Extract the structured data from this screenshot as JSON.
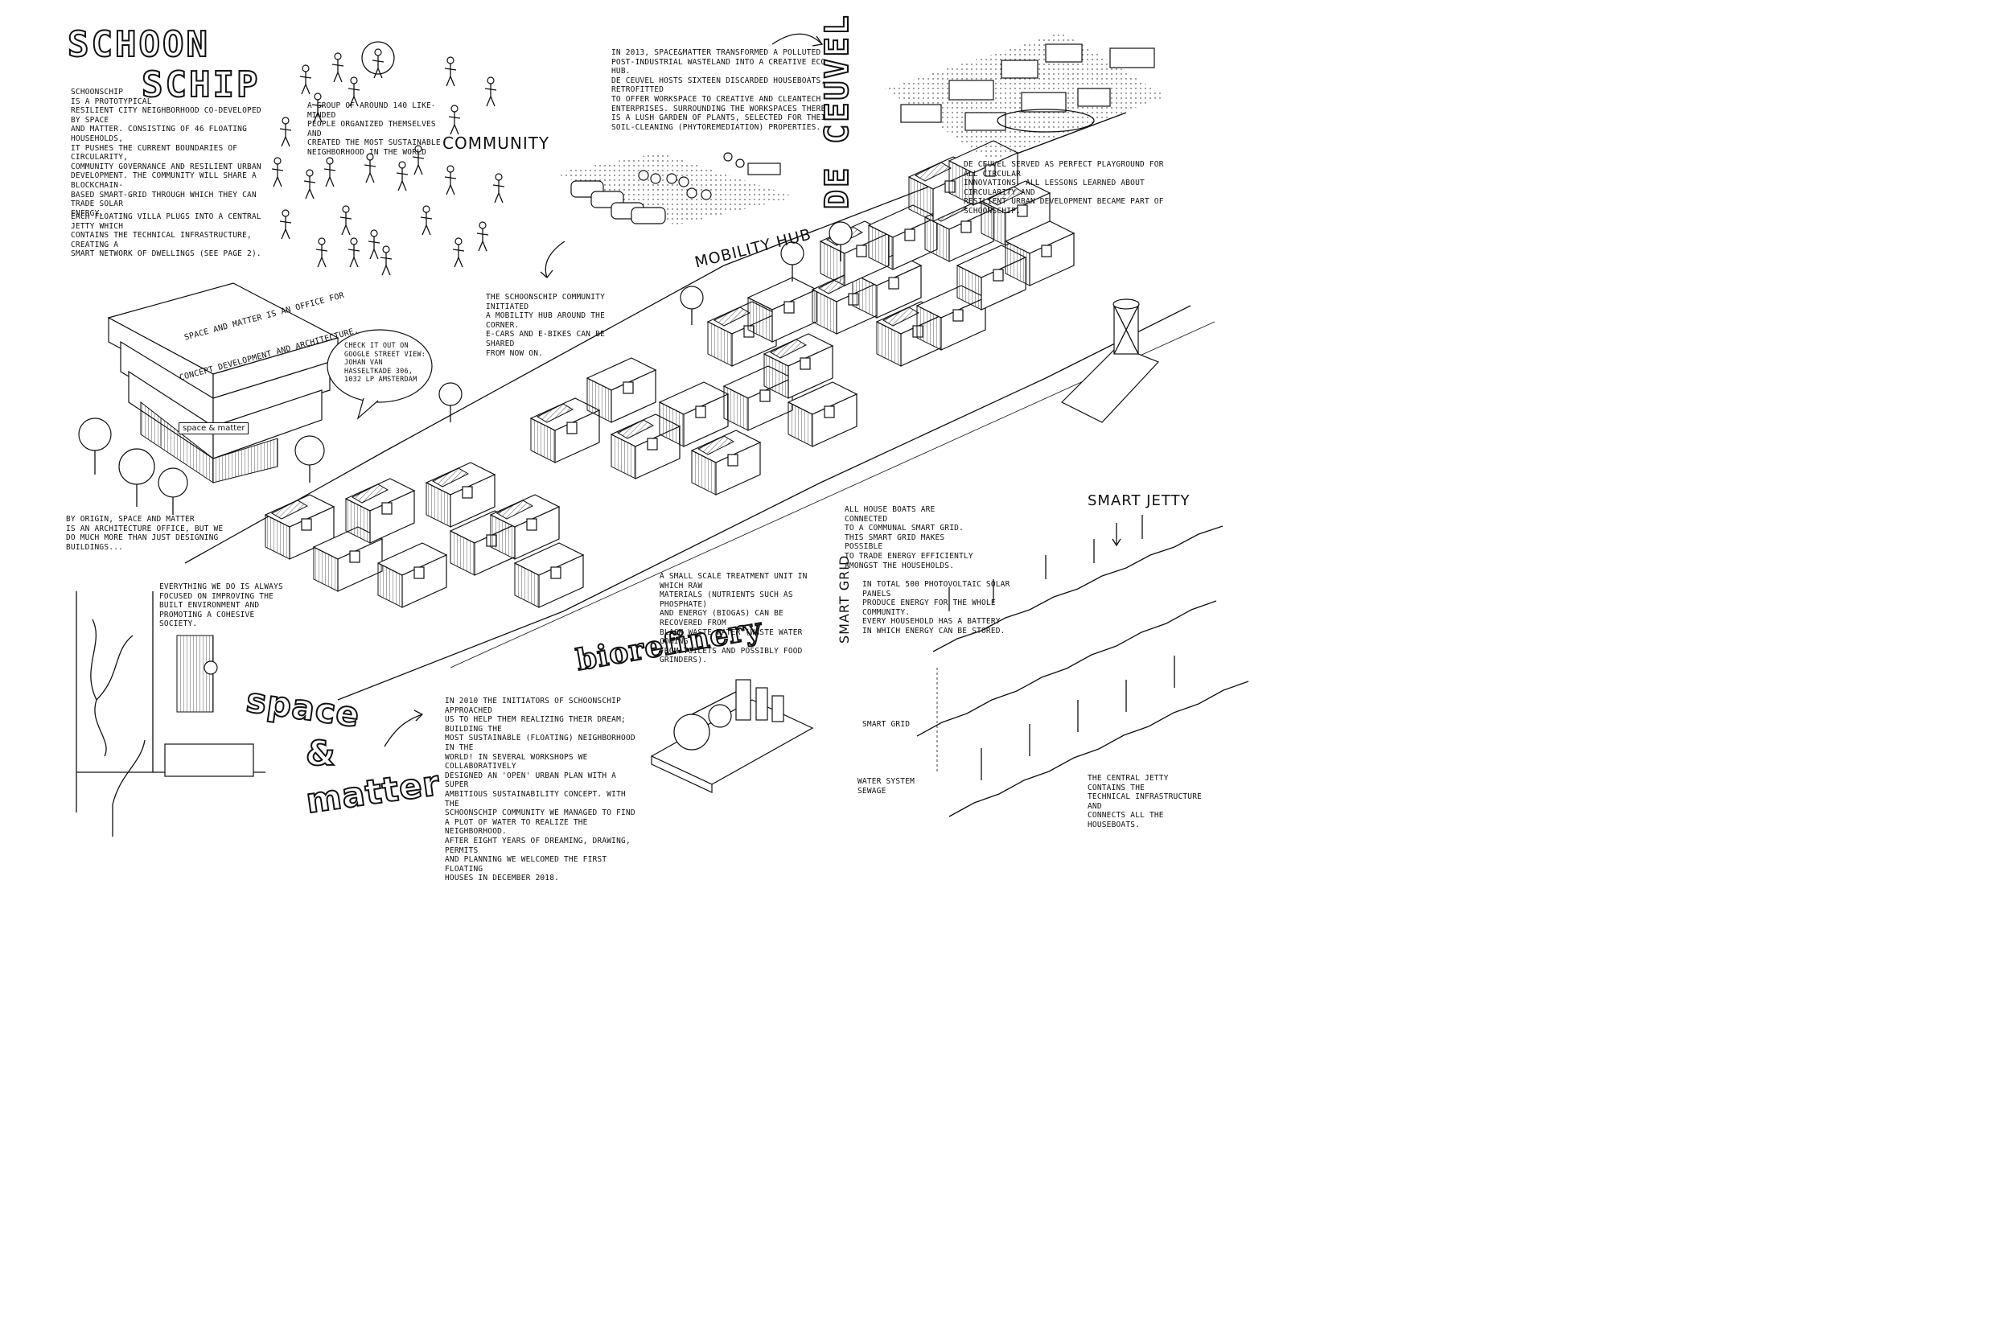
{
  "title": {
    "line1": "SCHOON",
    "line2": "SCHIP"
  },
  "intro_text": "SCHOONSCHIP\nIS A PROTOTYPICAL\nRESILIENT CITY NEIGHBORHOOD CO-DEVELOPED BY SPACE\nAND MATTER. CONSISTING OF 46 FLOATING HOUSEHOLDS,\nIT PUSHES THE CURRENT BOUNDARIES OF CIRCULARITY,\nCOMMUNITY GOVERNANCE AND RESILIENT URBAN\nDEVELOPMENT. THE COMMUNITY WILL SHARE A BLOCKCHAIN-\nBASED SMART-GRID THROUGH WHICH THEY CAN TRADE SOLAR\nENERGY.",
  "jetty_intro_text": "EACH FLOATING VILLA PLUGS INTO A CENTRAL JETTY WHICH\nCONTAINS THE TECHNICAL INFRASTRUCTURE, CREATING A\nSMART NETWORK  OF DWELLINGS (SEE PAGE 2).",
  "community": {
    "heading": "COMMUNITY",
    "text": "A GROUP OF AROUND 140 LIKE-MINDED\nPEOPLE ORGANIZED THEMSELVES AND\nCREATED THE MOST SUSTAINABLE\nNEIGHBORHOOD IN THE WORLD"
  },
  "de_ceuvel": {
    "heading": "DE CEUVEL",
    "text": "IN 2013, SPACE&MATTER TRANSFORMED A POLLUTED\nPOST-INDUSTRIAL WASTELAND INTO A CREATIVE ECO-HUB.\nDE CEUVEL HOSTS SIXTEEN DISCARDED HOUSEBOATS, RETROFITTED\nTO OFFER WORKSPACE TO CREATIVE AND CLEANTECH\nENTERPRISES. SURROUNDING THE WORKSPACES THERE\nIS A LUSH GARDEN OF PLANTS, SELECTED FOR THEIR\nSOIL-CLEANING (PHYTOREMEDIATION) PROPERTIES.",
    "caption": "DE CEUVEL SERVED AS PERFECT PLAYGROUND FOR ALL CIRCULAR\nINNOVATIONS. ALL LESSONS LEARNED ABOUT CIRCULARITY AND\nRESILIENT URBAN DEVELOPMENT BECAME PART OF SCHOONSCHIP."
  },
  "mobility_hub": {
    "heading": "MOBILITY HUB",
    "text": "THE SCHOONSCHIP COMMUNITY INITIATED\nA MOBILITY HUB AROUND THE CORNER.\nE-CARS AND E-BIKES CAN BE SHARED\nFROM NOW ON."
  },
  "office": {
    "banner_line1": "SPACE AND MATTER IS AN OFFICE FOR",
    "banner_line2": "CONCEPT DEVELOPMENT AND ARCHITECTURE.",
    "sign": "space & matter"
  },
  "street_view_bubble": "CHECK IT OUT ON\nGOOGLE STREET VIEW:\nJOHAN VAN HASSELTKADE 306,\n1032 LP AMSTERDAM",
  "origin_text": "BY ORIGIN, SPACE AND MATTER\nIS AN ARCHITECTURE OFFICE, BUT WE\nDO MUCH MORE THAN JUST DESIGNING\nBUILDINGS...",
  "everything_text": "EVERYTHING WE DO IS ALWAYS\nFOCUSED ON IMPROVING THE\nBUILT ENVIRONMENT AND\nPROMOTING A COHESIVE SOCIETY.",
  "space_matter_logo": {
    "word1": "space",
    "amp": "&",
    "word2": "matter"
  },
  "history_text": "IN 2010 THE INITIATORS OF SCHOONSCHIP APPROACHED\nUS TO HELP THEM REALIZING THEIR DREAM; BUILDING THE\nMOST SUSTAINABLE (FLOATING) NEIGHBORHOOD IN THE\nWORLD! IN SEVERAL WORKSHOPS WE COLLABORATIVELY\nDESIGNED AN 'OPEN' URBAN PLAN WITH A SUPER\nAMBITIOUS SUSTAINABILITY CONCEPT. WITH THE\nSCHOONSCHIP COMMUNITY WE MANAGED TO FIND\nA PLOT OF WATER TO REALIZE THE NEIGHBORHOOD.\nAFTER EIGHT YEARS OF DREAMING, DRAWING, PERMITS\nAND PLANNING WE WELCOMED THE FIRST FLOATING\nHOUSES IN DECEMBER 2018.",
  "biorefinery": {
    "heading": "biorefinery",
    "text": "A SMALL SCALE TREATMENT UNIT IN WHICH RAW\nMATERIALS (NUTRIENTS SUCH AS PHOSPHATE)\nAND ENERGY (BIOGAS) CAN BE RECOVERED FROM\nBLACK WASTE WATER (WASTE WATER COMING\nFROM TOILETS AND POSSIBLY FOOD GRINDERS)."
  },
  "smart_grid": {
    "heading": "SMART GRID",
    "text_top": "ALL HOUSE BOATS ARE CONNECTED\nTO A COMMUNAL SMART GRID.\nTHIS SMART GRID MAKES POSSIBLE\nTO TRADE ENERGY EFFICIENTLY\nAMONGST THE HOUSEHOLDS.",
    "text_panels": "IN TOTAL 500 PHOTOVOLTAIC SOLAR PANELS\nPRODUCE ENERGY FOR THE WHOLE COMMUNITY.\nEVERY HOUSEHOLD HAS A BATTERY\nIN WHICH ENERGY CAN BE STORED."
  },
  "smart_jetty": {
    "heading": "SMART JETTY",
    "label_grid": "SMART GRID",
    "label_water": "WATER SYSTEM\nSEWAGE",
    "caption": "THE CENTRAL JETTY CONTAINS THE\nTECHNICAL INFRASTRUCTURE AND\nCONNECTS ALL THE HOUSEBOATS."
  }
}
